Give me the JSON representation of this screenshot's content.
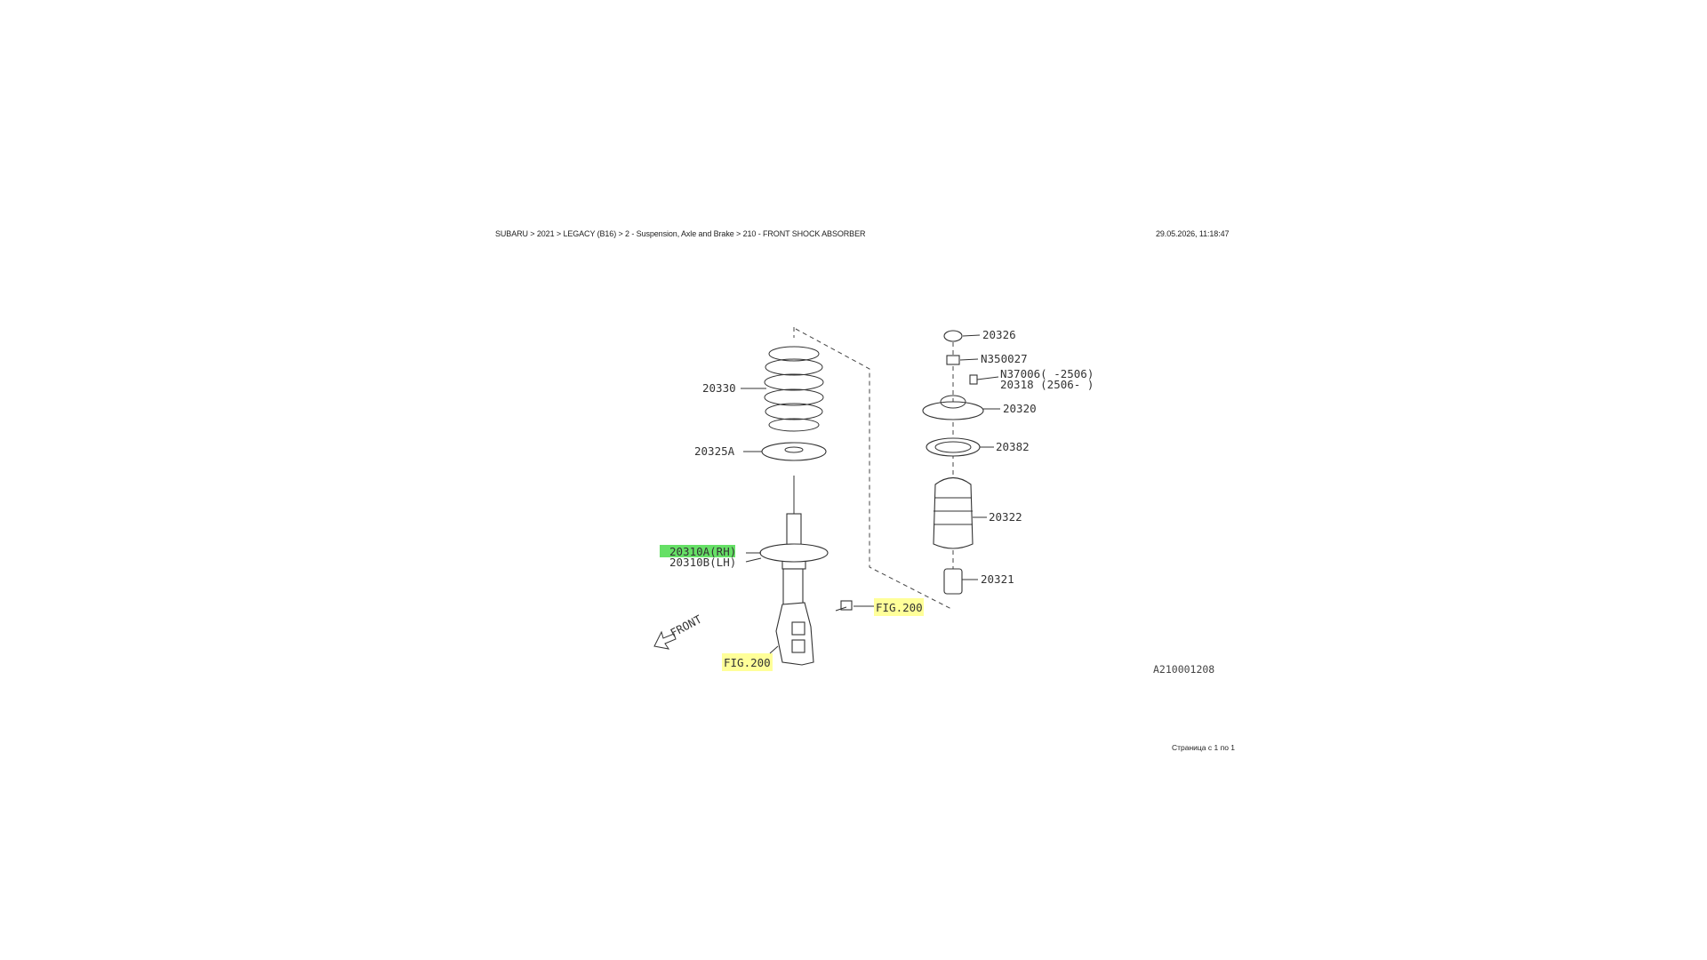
{
  "header": {
    "breadcrumb": "SUBARU > 2021 > LEGACY (B16) > 2 - Suspension, Axle and Brake > 210 - FRONT SHOCK ABSORBER",
    "timestamp": "29.05.2026, 11:18:47"
  },
  "footer": {
    "page": "Страница с 1 по 1"
  },
  "diagram": {
    "callouts": {
      "p20326": "20326",
      "n350027": "N350027",
      "n37006": "N37006( -2506)",
      "p20318": "20318 (2506- )",
      "p20320": "20320",
      "p20382": "20382",
      "p20322": "20322",
      "p20321": "20321",
      "p20330": "20330",
      "p20325a": "20325A",
      "p20310a": "20310A(RH)",
      "p20310b": "20310B(LH)",
      "fig_right": "FIG.200",
      "fig_bottom": "FIG.200",
      "front": "FRONT",
      "code": "A210001208"
    },
    "colors": {
      "selected_highlight": "#66e066",
      "fig_highlight": "#ffff99"
    }
  }
}
